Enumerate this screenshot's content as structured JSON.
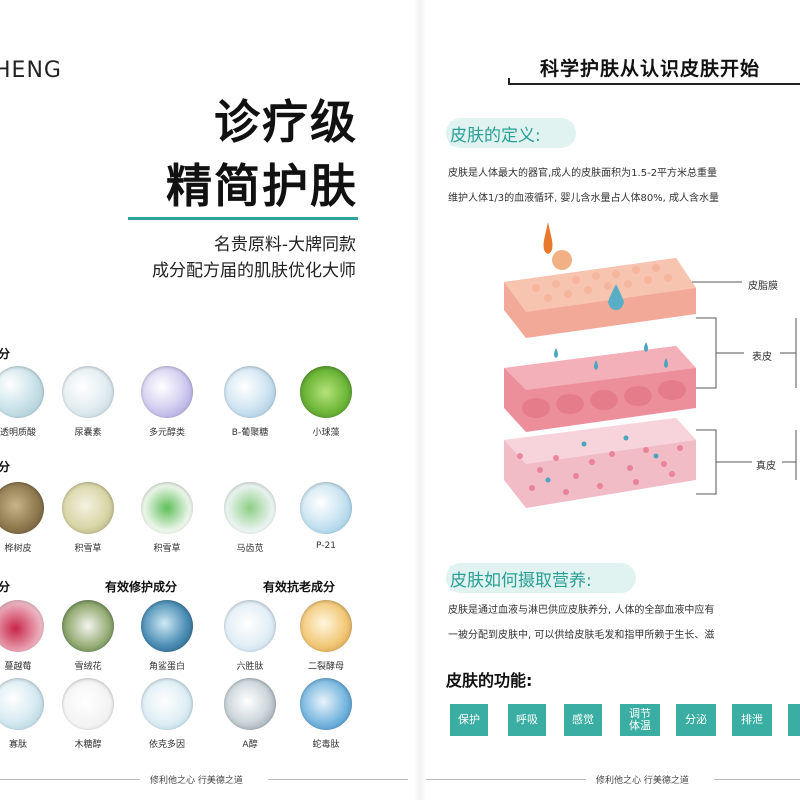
{
  "left": {
    "brand": "HENG",
    "title_line1": "诊疗级",
    "title_line2": "精简护肤",
    "subtitle_line1": "名贵原料-大牌同款",
    "subtitle_line2": "成分配方届的肌肤优化大师",
    "section_headers": {
      "repair": "有效修护成分",
      "antiaging": "有效抗老成分"
    },
    "row1": [
      "透明质酸",
      "尿囊素",
      "多元醇类",
      "B-葡聚糖",
      "小球藻"
    ],
    "row2": [
      "桦树皮",
      "积雪草",
      "积雪草",
      "马齿苋",
      "P-21"
    ],
    "row3": [
      "蔓越莓",
      "雪绒花",
      "角鲨蛋白",
      "六胜肽",
      "二裂酵母"
    ],
    "row4": [
      "寡肽",
      "木糖醇",
      "依克多因",
      "A醇",
      "蛇毒肽"
    ],
    "bottom_motto": "修利他之心  行美德之道"
  },
  "right": {
    "title": "科学护肤从认识皮肤开始",
    "definition_heading": "皮肤的定义:",
    "definition_line1": "皮肤是人体最大的器官,成人的皮肤面积为1.5-2平方米总重量",
    "definition_line2": "维护人体1/3的血液循环, 婴儿含水量占人体80%, 成人含水量",
    "layers": {
      "film": "皮脂膜",
      "epidermis": "表皮",
      "dermis": "真皮"
    },
    "nutrition_heading": "皮肤如何摄取营养:",
    "nutrition_line1": "皮肤是通过血液与淋巴供应皮肤养分, 人体的全部血液中应有",
    "nutrition_line2": "一被分配到皮肤中, 可以供给皮肤毛发和指甲所赖于生长、滋",
    "function_heading": "皮肤的功能:",
    "functions": [
      "保护",
      "呼吸",
      "感觉",
      "调节\n体温",
      "分泌",
      "排泄"
    ],
    "bottom_motto": "修利他之心  行美德之道"
  },
  "colors": {
    "accent": "#3aaea3",
    "pill_bg": "#e0f3f1",
    "pill_text": "#2a9f95"
  }
}
